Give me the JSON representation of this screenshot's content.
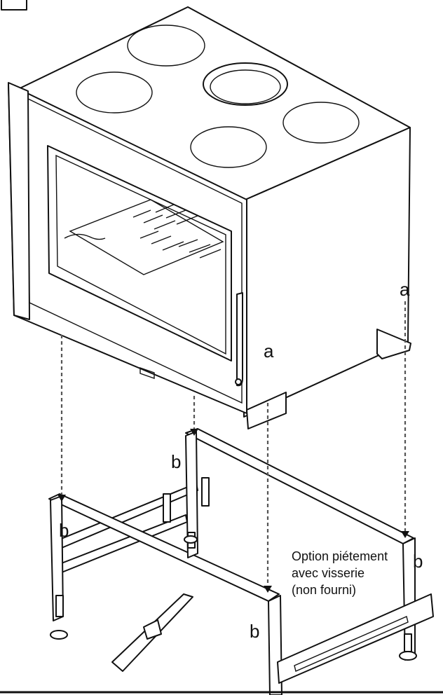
{
  "labels": {
    "a_left": "a",
    "a_right": "a",
    "b_back_left": "b",
    "b_front_left": "b",
    "b_front_right": "b",
    "b_back_right": "b"
  },
  "note": {
    "line1": "Option piétement",
    "line2": "avec visserie",
    "line3": "(non fourni)"
  }
}
